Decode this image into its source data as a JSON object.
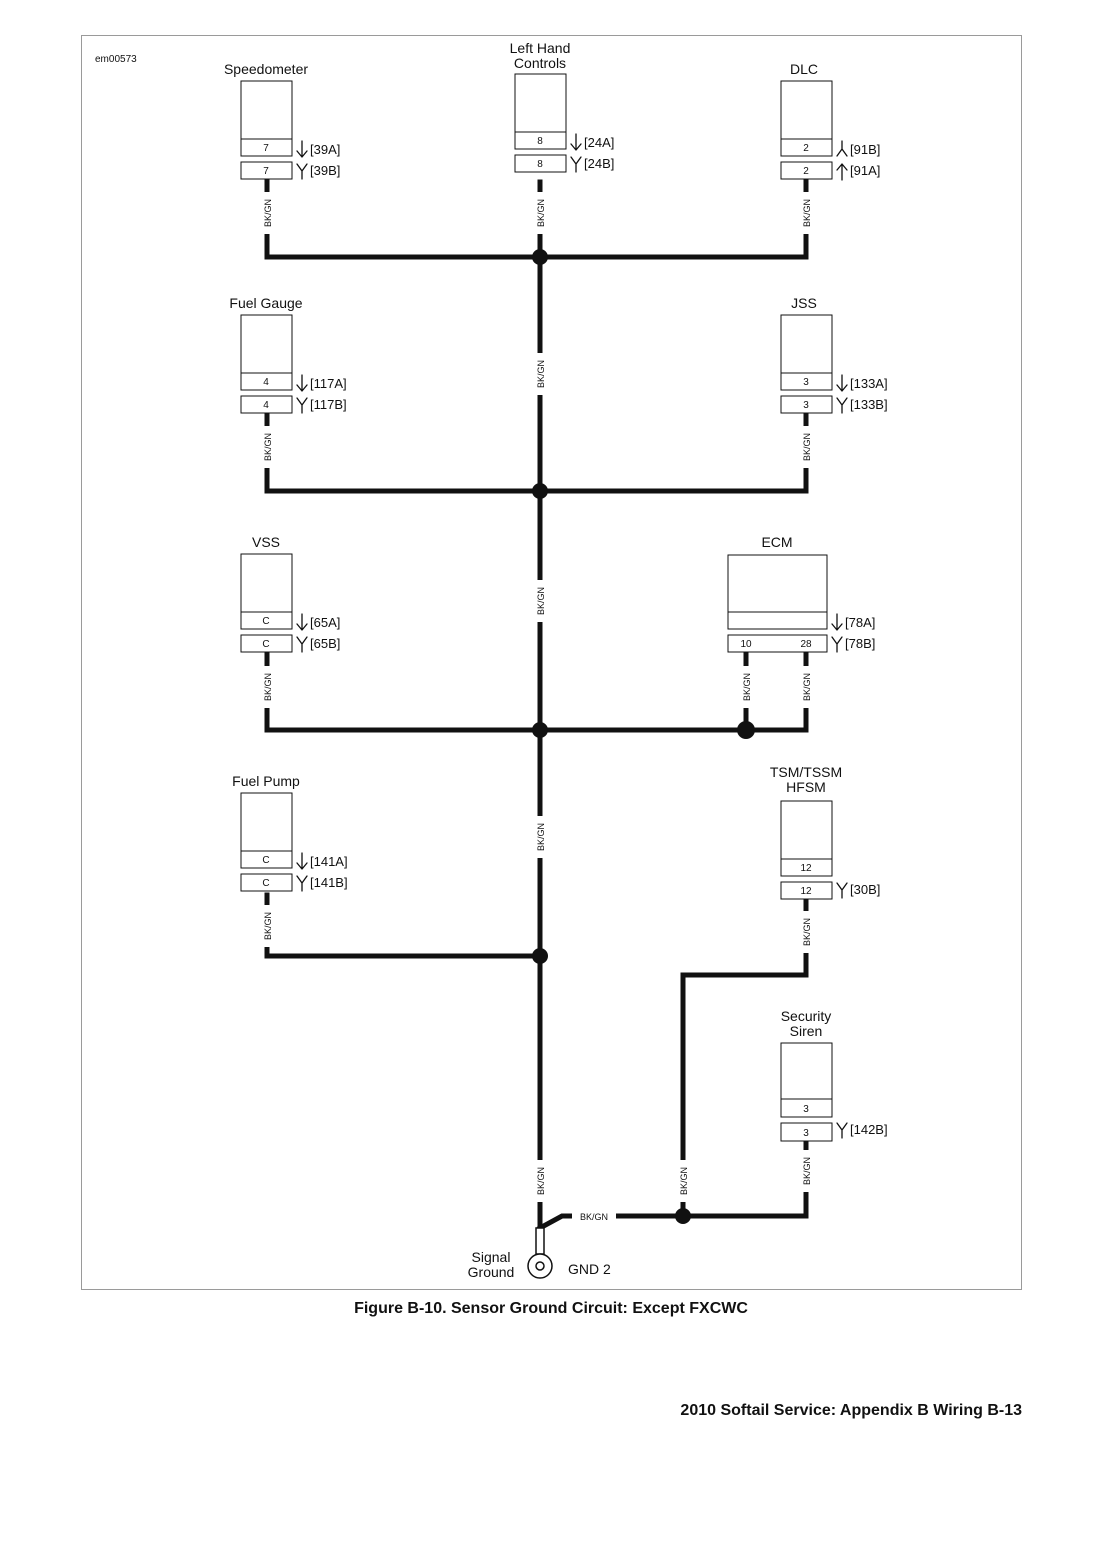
{
  "figure_id": "em00573",
  "caption": "Figure B-10. Sensor Ground Circuit: Except FXCWC",
  "footer": "2010 Softail Service: Appendix B Wiring  B-13",
  "wire_color": "BK/GN",
  "components": {
    "speedometer": {
      "name": "Speedometer",
      "pin_a": "7",
      "pin_b": "7",
      "ref_a": "[39A]",
      "ref_b": "[39B]"
    },
    "left_hand_controls": {
      "name_line1": "Left Hand",
      "name_line2": "Controls",
      "pin_a": "8",
      "pin_b": "8",
      "ref_a": "[24A]",
      "ref_b": "[24B]"
    },
    "dlc": {
      "name": "DLC",
      "pin_a": "2",
      "pin_b": "2",
      "ref_a": "[91B]",
      "ref_b": "[91A]"
    },
    "fuel_gauge": {
      "name": "Fuel Gauge",
      "pin_a": "4",
      "pin_b": "4",
      "ref_a": "[117A]",
      "ref_b": "[117B]"
    },
    "jss": {
      "name": "JSS",
      "pin_a": "3",
      "pin_b": "3",
      "ref_a": "[133A]",
      "ref_b": "[133B]"
    },
    "vss": {
      "name": "VSS",
      "pin_a": "C",
      "pin_b": "C",
      "ref_a": "[65A]",
      "ref_b": "[65B]"
    },
    "ecm": {
      "name": "ECM",
      "pin_1": "10",
      "pin_2": "28",
      "ref_a": "[78A]",
      "ref_b": "[78B]"
    },
    "fuel_pump": {
      "name": "Fuel Pump",
      "pin_a": "C",
      "pin_b": "C",
      "ref_a": "[141A]",
      "ref_b": "[141B]"
    },
    "tsm": {
      "name_line1": "TSM/TSSM",
      "name_line2": "HFSM",
      "pin_a": "12",
      "pin_b": "12",
      "ref_b": "[30B]"
    },
    "security_siren": {
      "name_line1": "Security",
      "name_line2": "Siren",
      "pin_a": "3",
      "pin_b": "3",
      "ref_b": "[142B]"
    }
  },
  "ground": {
    "name_line1": "Signal",
    "name_line2": "Ground",
    "id": "GND 2"
  }
}
